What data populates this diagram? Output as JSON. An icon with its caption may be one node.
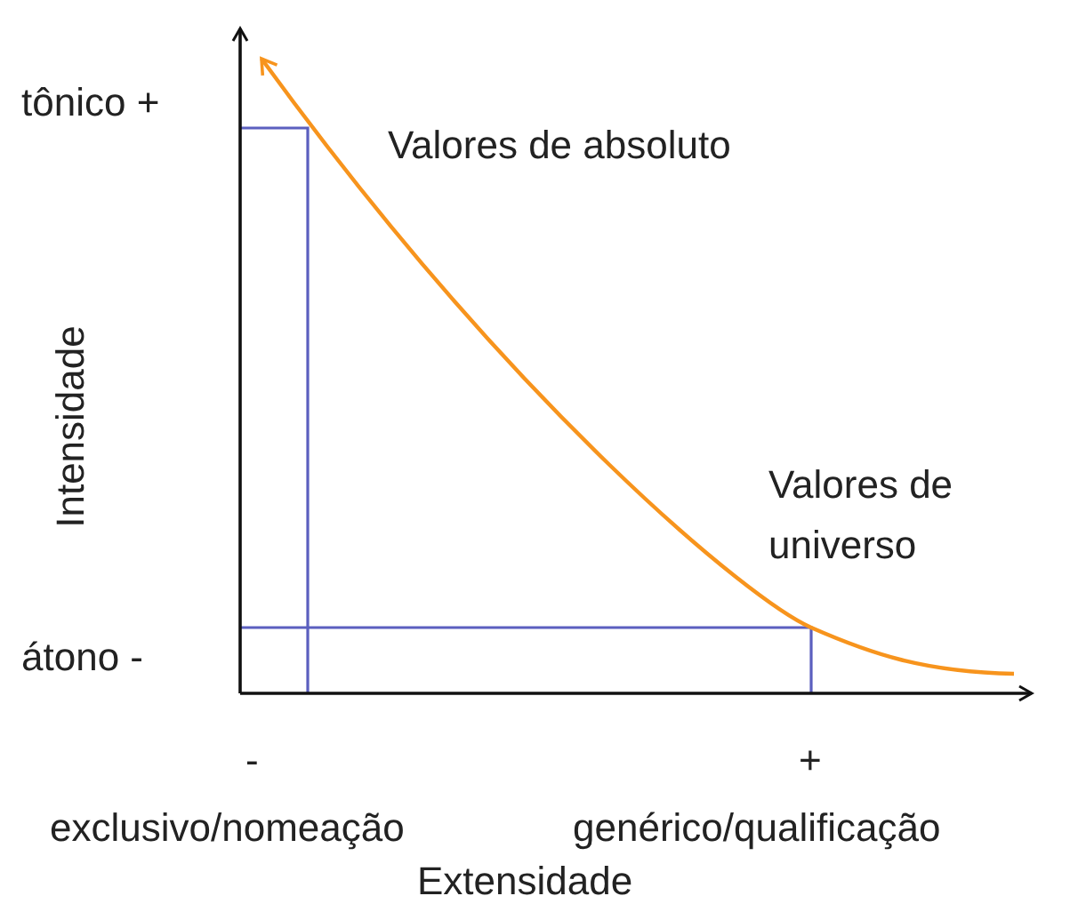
{
  "diagram": {
    "labels": [
      "tônico +",
      "Valores de absoluto",
      "Intensidade",
      "Valores de universo",
      "átono -",
      "-",
      "+",
      "exclusivo/nomeação",
      "genérico/qualificação",
      "Extensidade"
    ]
  }
}
